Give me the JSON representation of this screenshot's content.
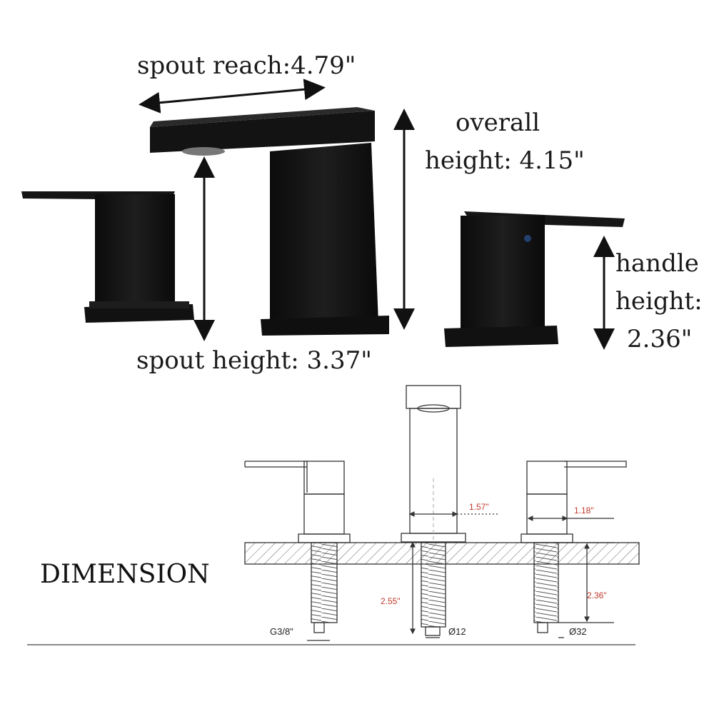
{
  "photo": {
    "spout_reach": "spout reach:4.79\"",
    "overall_height_1": "overall",
    "overall_height_2": "height: 4.15\"",
    "handle_height_1": "handle",
    "handle_height_2": "height:",
    "handle_height_3": "2.36\"",
    "spout_height": "spout height: 3.37\""
  },
  "drawing": {
    "heading": "DIMENSION",
    "spout_width": "1.57\"",
    "handle_width": "1.18\"",
    "shank_length_center": "2.55\"",
    "shank_length_right": "2.36\"",
    "thread_label": "G3/8\"",
    "diameter_center": "Ø12",
    "diameter_right": "Ø32"
  },
  "colors": {
    "faucet_black": "#121212",
    "line_dark": "#333333",
    "dim_red": "#c0392b"
  }
}
